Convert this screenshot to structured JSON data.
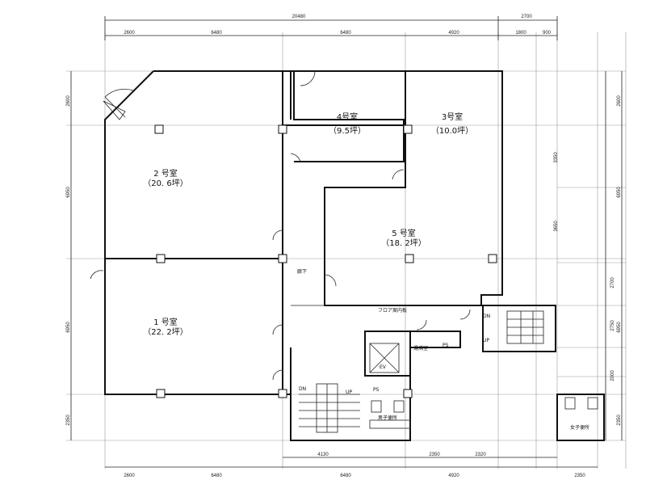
{
  "dims": {
    "top_total": "20480",
    "top_right": "2700",
    "top_segments": [
      "2600",
      "6480",
      "6480",
      "4920",
      "1800",
      "900"
    ],
    "bottom_segments_upper": [
      "4130",
      "2350",
      "2320"
    ],
    "bottom_segments_lower": [
      "2600",
      "6480",
      "6480",
      "4920",
      "2350"
    ],
    "right_upper": [
      "2600",
      "3350",
      "3650",
      "6950"
    ],
    "right_lower": [
      "2700",
      "2750",
      "2000",
      "6950",
      "2350"
    ],
    "left": [
      "2600",
      "6950",
      "6950",
      "2350"
    ]
  },
  "rooms": {
    "r4": {
      "name": "4号室",
      "area": "（9.5坪）"
    },
    "r3": {
      "name": "3号室",
      "area": "（10.0坪）"
    },
    "r2": {
      "name": "2 号室",
      "area": "（20. 6坪）"
    },
    "r5": {
      "name": "5 号室",
      "area": "（18. 2坪）"
    },
    "r1": {
      "name": "1 号室",
      "area": "（22. 2坪）"
    }
  },
  "labels": {
    "corridor": "廊下",
    "floor_guide": "フロア案内板",
    "dn": "DN",
    "up": "UP",
    "ev": "EV",
    "ps": "PS",
    "kitchen": "湯沸室",
    "mens_wc": "男子便所",
    "womens_wc": "女子便所"
  }
}
